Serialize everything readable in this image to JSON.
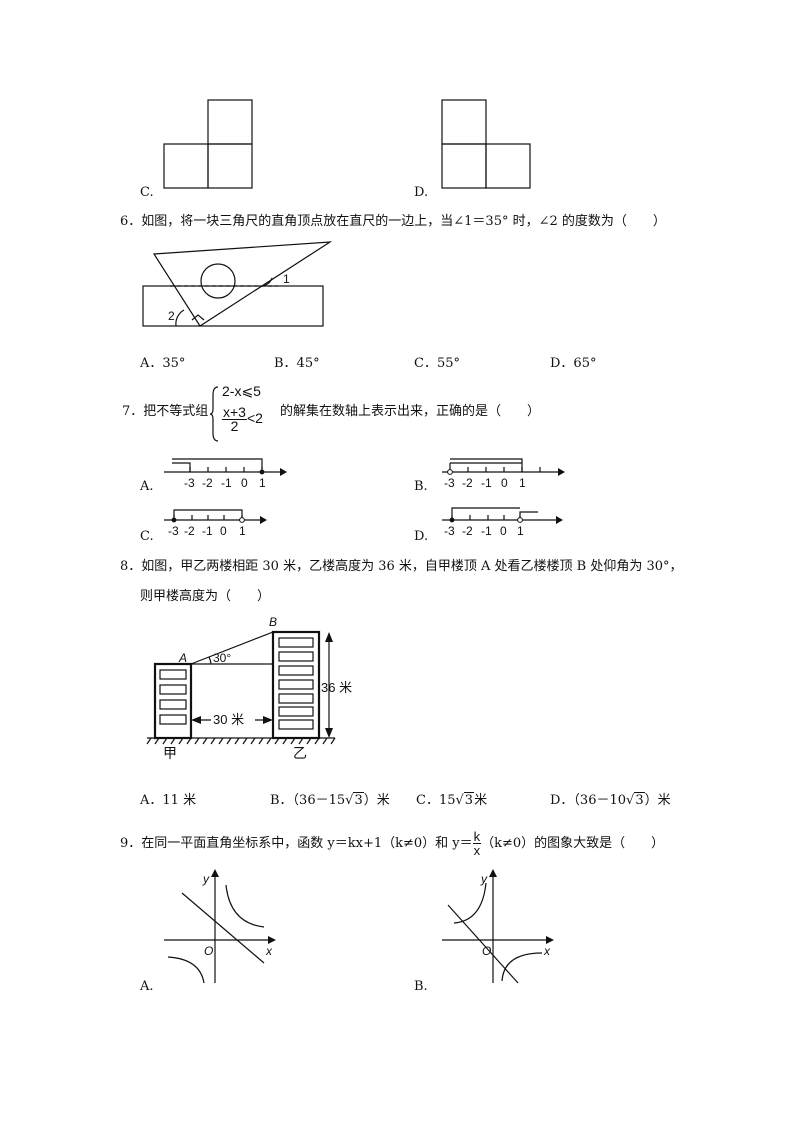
{
  "q5": {
    "opt_c": "C.",
    "opt_d": "D."
  },
  "q6": {
    "stem": "6．如图，将一块三角尺的直角顶点放在直尺的一边上，当∠1＝35° 时，∠2 的度数为（　　）",
    "fig_label_1": "1",
    "fig_label_2": "2",
    "options": [
      "A．35°",
      "B．45°",
      "C．55°",
      "D．65°"
    ]
  },
  "q7": {
    "stem_prefix": "7．把不等式组",
    "sys_line1": "2-x⩽5",
    "sys_num": "x+3",
    "sys_den": "2",
    "sys_rel": "<2",
    "stem_suffix": "的解集在数轴上表示出来，正确的是（　　）",
    "opt_a": "A.",
    "opt_b": "B.",
    "opt_c": "C.",
    "opt_d": "D.",
    "ticks": [
      "-3",
      "-2",
      "-1",
      "0",
      "1"
    ]
  },
  "q8": {
    "stem_line1": "8．如图，甲乙两楼相距 30 米，乙楼高度为 36 米，自甲楼顶 A 处看乙楼楼顶 B 处仰角为 30°，",
    "stem_line2": "则甲楼高度为（　　）",
    "fig": {
      "A": "A",
      "B": "B",
      "angle": "30°",
      "height": "36 米",
      "distance": "30 米",
      "left_bldg": "甲",
      "right_bldg": "乙"
    },
    "opt_a": "A．11 米",
    "opt_b_pre": "B．（36－15",
    "opt_b_rad": "3",
    "opt_b_post": "）米",
    "opt_c_pre": "C．15",
    "opt_c_rad": "3",
    "opt_c_post": "米",
    "opt_d_pre": "D．（36－10",
    "opt_d_rad": "3",
    "opt_d_post": "）米"
  },
  "q9": {
    "stem_pre": "9．在同一平面直角坐标系中，函数 y＝kx+1（k≠0）和 y＝",
    "frac_num": "k",
    "frac_den": "x",
    "stem_post": "（k≠0）的图象大致是（　　）",
    "axis_y": "y",
    "axis_x": "x",
    "origin": "O",
    "opt_a": "A.",
    "opt_b": "B."
  }
}
